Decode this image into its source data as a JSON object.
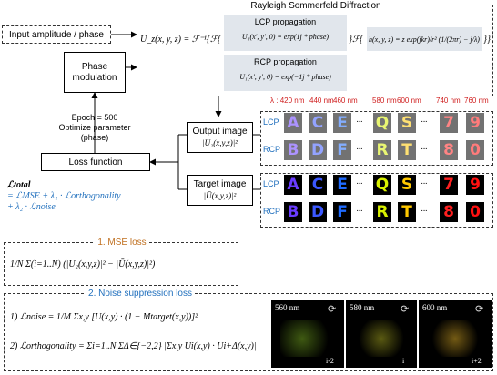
{
  "rayleigh": {
    "title": "Rayleigh Sommerfeld Diffraction",
    "lhs": "U_z(x, y, z) = ℱ⁻¹{ℱ{",
    "mid": "}ℱ{",
    "end": "}}",
    "lcp_label": "LCP propagation",
    "lcp_eq": "U₁(x′, y′, 0) = exp(1j * phase)",
    "rcp_label": "RCP propagation",
    "rcp_eq": "U₁(x′, y′, 0) = exp(−1j * phase)",
    "kernel": "h(x, y, z) = z exp(jkr)/r² (1/(2πr) − j/λ)"
  },
  "input_box": "Input amplitude / phase",
  "phase_box": "Phase modulation",
  "epoch": "Epoch = 500",
  "optimize": "Optimize parameter",
  "phase_paren": "(phase)",
  "loss_box": "Loss function",
  "ltotal": {
    "label": "ℒtotal",
    "line1": "= ℒMSE + λ₁ · ℒorthogonality",
    "line2": "+ λ₂ · ℒnoise"
  },
  "output_box": {
    "title": "Output image",
    "eq": "|U₂(x,y,z)|²"
  },
  "target_box": {
    "title": "Target image",
    "eq": "|Ū(x,y,z)|²"
  },
  "wavelengths": {
    "lambda": "λ :",
    "values": [
      "420 nm",
      "440 nm",
      "460 nm",
      "580 nm",
      "600 nm",
      "740 nm",
      "760 nm"
    ]
  },
  "rows": {
    "lcp": "LCP",
    "rcp": "RCP",
    "lcp_letters": [
      "A",
      "C",
      "E",
      "Q",
      "S",
      "7",
      "9"
    ],
    "rcp_letters": [
      "B",
      "D",
      "F",
      "R",
      "T",
      "8",
      "0"
    ],
    "ellipsis": "···",
    "colors": {
      "letter_1": "#6a3cff",
      "letter_2": "#3b58ff",
      "letter_3": "#1f6bff",
      "letter_4": "#d8f000",
      "letter_5": "#ffc800",
      "letter_6": "#ff2020",
      "letter_7": "#ff1010"
    }
  },
  "mse": {
    "title": "1. MSE loss",
    "eq": "1/N Σ(i=1..N) (|U₂(x,y,z)|² − |Ū(x,y,z)|²)"
  },
  "noise": {
    "title": "2. Noise suppression loss",
    "eq1": "1) ℒnoise = 1/M Σx,y [U(x,y) · (1 − Mtarget(x,y))]²",
    "eq2": "2) ℒorthogonality = Σi=1..N ΣΔ∈{−2,2} |Σx,y Ui(x,y) · Ui+Δ(x,y)|"
  },
  "photos": [
    {
      "wavelength": "560 nm",
      "index": "i-2"
    },
    {
      "wavelength": "580 nm",
      "index": "i"
    },
    {
      "wavelength": "600 nm",
      "index": "i+2"
    }
  ]
}
